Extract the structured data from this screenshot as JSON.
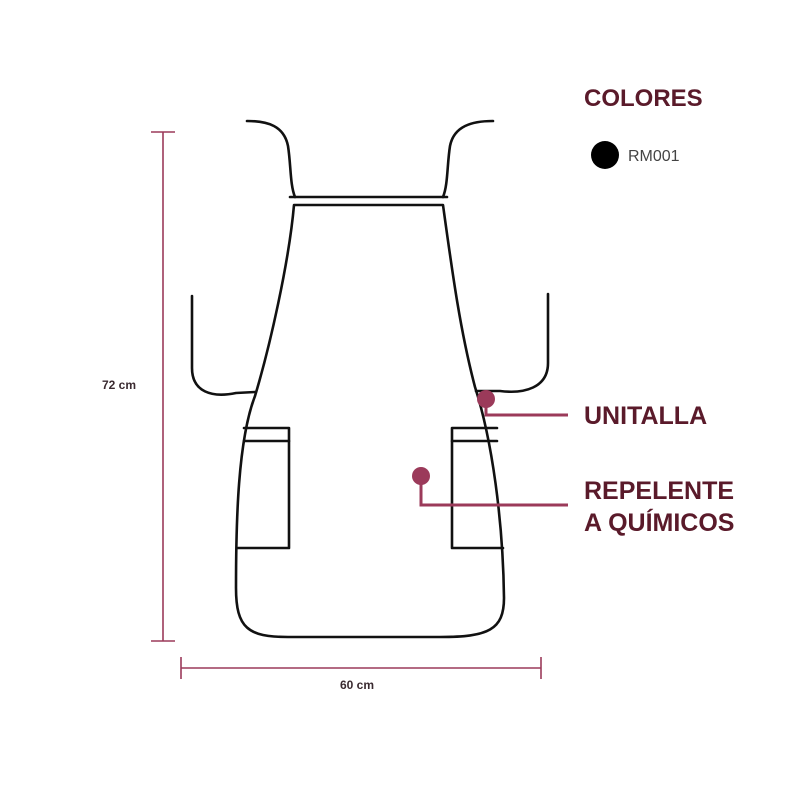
{
  "dimensions": {
    "height_label": "72 cm",
    "width_label": "60 cm"
  },
  "colors_panel": {
    "title": "COLORES",
    "swatches": [
      {
        "code": "RM001",
        "color": "#000000"
      }
    ]
  },
  "callouts": {
    "fit": {
      "label": "UNITALLA"
    },
    "repellent": {
      "line1": "REPELENTE",
      "line2": "A QUÍMICOS"
    }
  },
  "theme": {
    "accent": "#9b3a5a",
    "label_color": "#5a1a2a",
    "outline": "#111111"
  }
}
